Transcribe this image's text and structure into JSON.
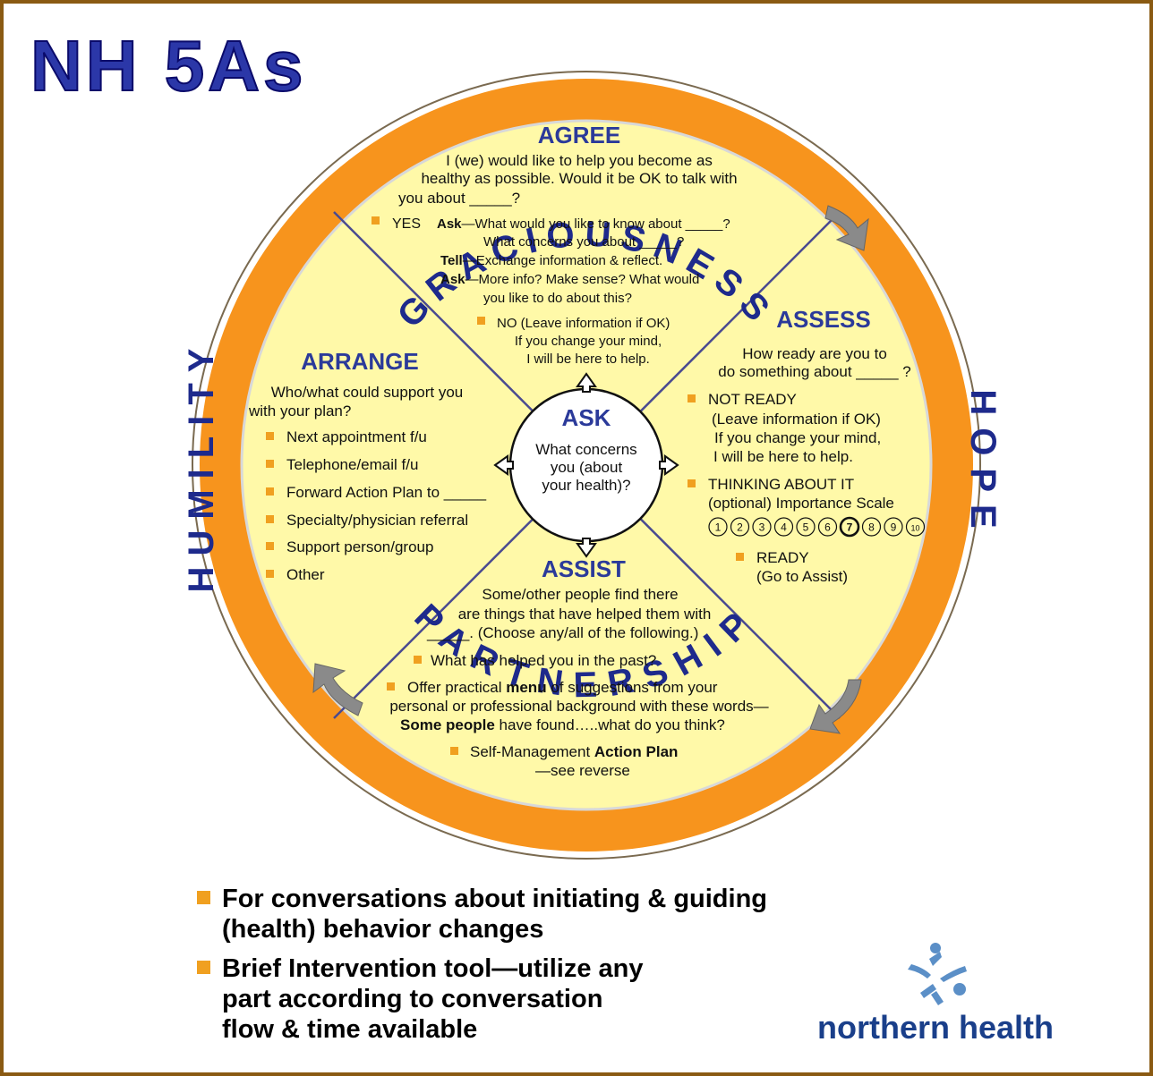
{
  "title": "NH 5As",
  "ring": {
    "top": "GRACIOUSNESS",
    "right": "HOPE",
    "bottom": "PARTNERSHIP",
    "left": "HUMILITY"
  },
  "center": {
    "title": "ASK",
    "lines": [
      "What concerns",
      "you (about",
      "your health)?"
    ]
  },
  "agree": {
    "title": "AGREE",
    "intro": [
      "I (we) would like to help you become as",
      "healthy as possible.  Would it be OK to talk with",
      "you about _____?"
    ],
    "yes_label": "YES",
    "yes_items": [
      {
        "bold": "Ask",
        "text": "—What would you like to know about _____?"
      },
      {
        "bold": "",
        "text": "What concerns you about _____?"
      },
      {
        "bold": "Tell",
        "text": "—Exchange information & reflect."
      },
      {
        "bold": "Ask",
        "text": "—More info? Make sense? What would"
      },
      {
        "bold": "",
        "text": "you like to do about this?"
      }
    ],
    "no_lines": [
      "NO (Leave information if OK)",
      "If you change your mind,",
      "I will be here to help."
    ]
  },
  "assess": {
    "title": "ASSESS",
    "intro": [
      "How ready are you to",
      "do something about _____ ?"
    ],
    "not_ready": [
      "NOT READY",
      "(Leave information if OK)",
      "If you change your mind,",
      "I will be here to help."
    ],
    "thinking": [
      "THINKING ABOUT IT",
      "(optional) Importance Scale"
    ],
    "scale": [
      "1",
      "2",
      "3",
      "4",
      "5",
      "6",
      "7",
      "8",
      "9",
      "10"
    ],
    "scale_selected": 7,
    "ready": [
      "READY",
      "(Go to Assist)"
    ]
  },
  "arrange": {
    "title": "ARRANGE",
    "intro": [
      "Who/what could support you",
      "with your plan?"
    ],
    "items": [
      "Next appointment f/u",
      "Telephone/email f/u",
      "Forward Action Plan to _____",
      "Specialty/physician referral",
      "Support person/group",
      "Other"
    ]
  },
  "assist": {
    "title": "ASSIST",
    "intro": [
      "Some/other people find there",
      "are things that have helped them with",
      "_____. (Choose any/all of the following.)"
    ],
    "item1": "What has helped you in the past?",
    "item2": {
      "l1_a": "Offer practical ",
      "l1_b": "menu",
      "l1_c": " of suggestions from your",
      "l2": "personal or professional background with these words—",
      "l3_a": "Some people",
      "l3_b": " have found…..what do you think?"
    },
    "item3": {
      "a": "Self-Management ",
      "b": "Action Plan",
      "l2": "—see reverse"
    }
  },
  "bullets": [
    {
      "lines": [
        "For conversations about initiating & guiding",
        "(health) behavior changes"
      ]
    },
    {
      "lines": [
        "Brief Intervention tool—utilize any",
        "part according to conversation",
        "flow & time available"
      ]
    }
  ],
  "logo": {
    "text": "northern health"
  },
  "colors": {
    "ring": "#f7941d",
    "inner": "#fff9a8",
    "bullet": "#f0a020",
    "title": "#2b37a8"
  }
}
